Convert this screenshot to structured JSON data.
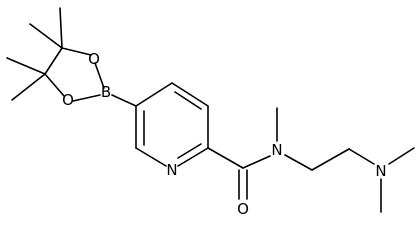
{
  "molecule": {
    "atoms": {
      "boron": "B",
      "ring_oxygen_top": "O",
      "ring_oxygen_bottom": "O",
      "pyridine_nitrogen": "N",
      "amide_nitrogen": "N",
      "amide_oxygen": "O",
      "amine_nitrogen": "N"
    },
    "colors": {
      "bond": "#000000",
      "label": "#000000",
      "background": "#ffffff"
    }
  }
}
